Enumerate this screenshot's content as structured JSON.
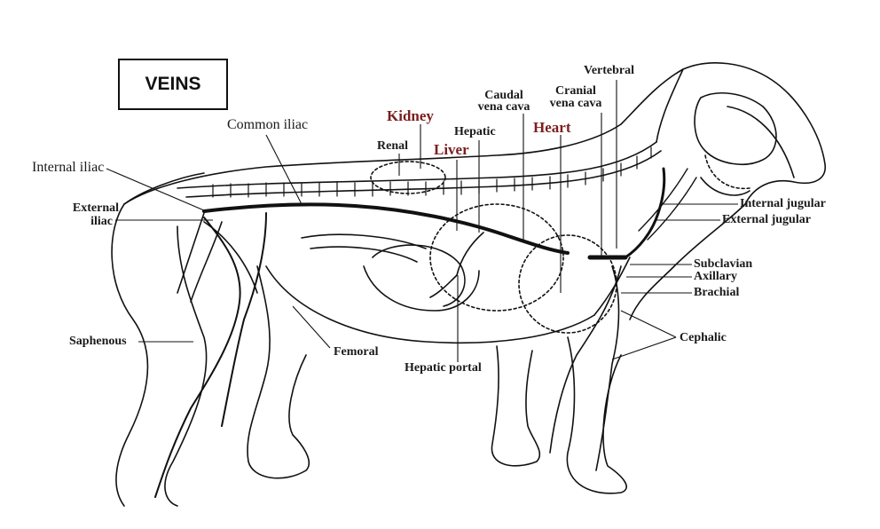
{
  "title": "VEINS",
  "labels": {
    "common_iliac": "Common iliac",
    "internal_iliac": "Internal iliac",
    "external_iliac_1": "External",
    "external_iliac_2": "iliac",
    "renal": "Renal",
    "kidney": "Kidney",
    "liver": "Liver",
    "hepatic": "Hepatic",
    "caudal_vc_1": "Caudal",
    "caudal_vc_2": "vena cava",
    "cranial_vc_1": "Cranial",
    "cranial_vc_2": "vena cava",
    "heart": "Heart",
    "vertebral": "Vertebral",
    "internal_jugular": "Internal jugular",
    "external_jugular": "External jugular",
    "subclavian": "Subclavian",
    "axillary": "Axillary",
    "brachial": "Brachial",
    "cephalic": "Cephalic",
    "saphenous": "Saphenous",
    "femoral": "Femoral",
    "hepatic_portal": "Hepatic portal"
  },
  "colors": {
    "organ_label": "#7b1f1f",
    "line": "#111111"
  }
}
